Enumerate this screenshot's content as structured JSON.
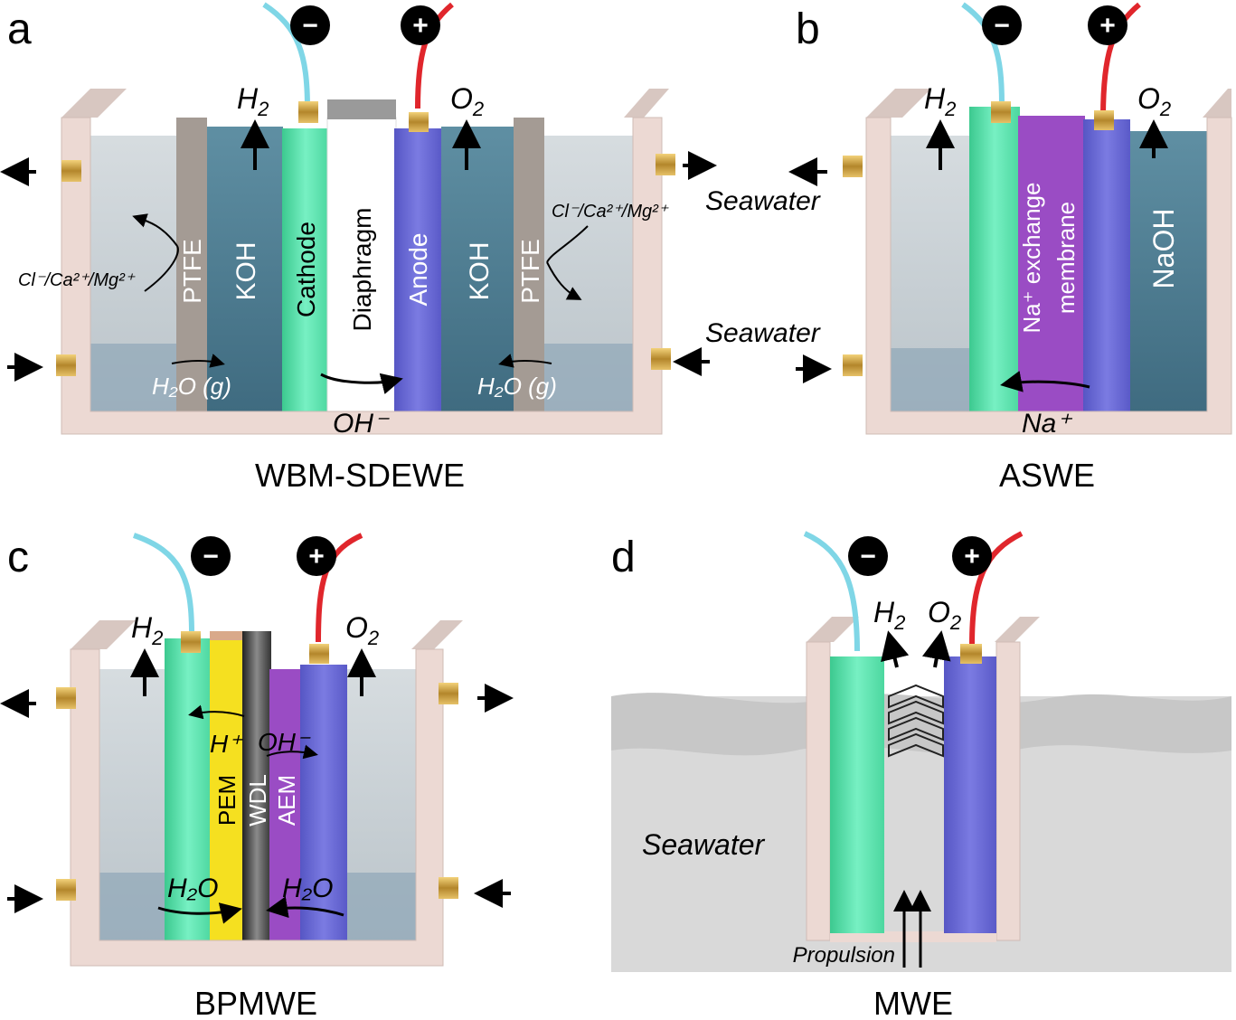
{
  "panels": {
    "a": {
      "letter": "a",
      "caption": "WBM-SDEWE",
      "minus": "−",
      "plus": "+",
      "h2": "H",
      "h2_sub": "2",
      "o2": "O",
      "o2_sub": "2",
      "layers": [
        "PTFE",
        "KOH",
        "Cathode",
        "Diaphragm",
        "Anode",
        "KOH",
        "PTFE"
      ],
      "ions_left": "Cl⁻/Ca²⁺/Mg²⁺",
      "ions_right": "Cl⁻/Ca²⁺/Mg²⁺",
      "vapor_left": "H₂O (g)",
      "vapor_right": "H₂O (g)",
      "bottom_ion": "OH⁻"
    },
    "b": {
      "letter": "b",
      "caption": "ASWE",
      "minus": "−",
      "plus": "+",
      "h2": "H",
      "h2_sub": "2",
      "o2": "O",
      "o2_sub": "2",
      "membrane_line1": "Na⁺ exchange",
      "membrane_line2": "membrane",
      "electrolyte": "NaOH",
      "seawater_top": "Seawater",
      "seawater_bottom": "Seawater",
      "bottom_ion": "Na⁺"
    },
    "c": {
      "letter": "c",
      "caption": "BPMWE",
      "minus": "−",
      "plus": "+",
      "h2": "H",
      "h2_sub": "2",
      "o2": "O",
      "o2_sub": "2",
      "layers": [
        "PEM",
        "WDL",
        "AEM"
      ],
      "proton": "H⁺",
      "hydroxide": "OH⁻",
      "water_left": "H₂O",
      "water_right": "H₂O"
    },
    "d": {
      "letter": "d",
      "caption": "MWE",
      "minus": "−",
      "plus": "+",
      "h2": "H",
      "h2_sub": "2",
      "o2": "O",
      "o2_sub": "2",
      "seawater": "Seawater",
      "propulsion": "Propulsion"
    }
  },
  "colors": {
    "cathode": "#5fe3b0",
    "anode": "#6a6ad8",
    "membrane_purple": "#9a4cc4",
    "pem_yellow": "#f5e020",
    "koh_blue": "#4f7f95",
    "frame": "#ecd9d3",
    "wire_cathode": "#7fd6e6",
    "wire_anode": "#e0262c"
  }
}
